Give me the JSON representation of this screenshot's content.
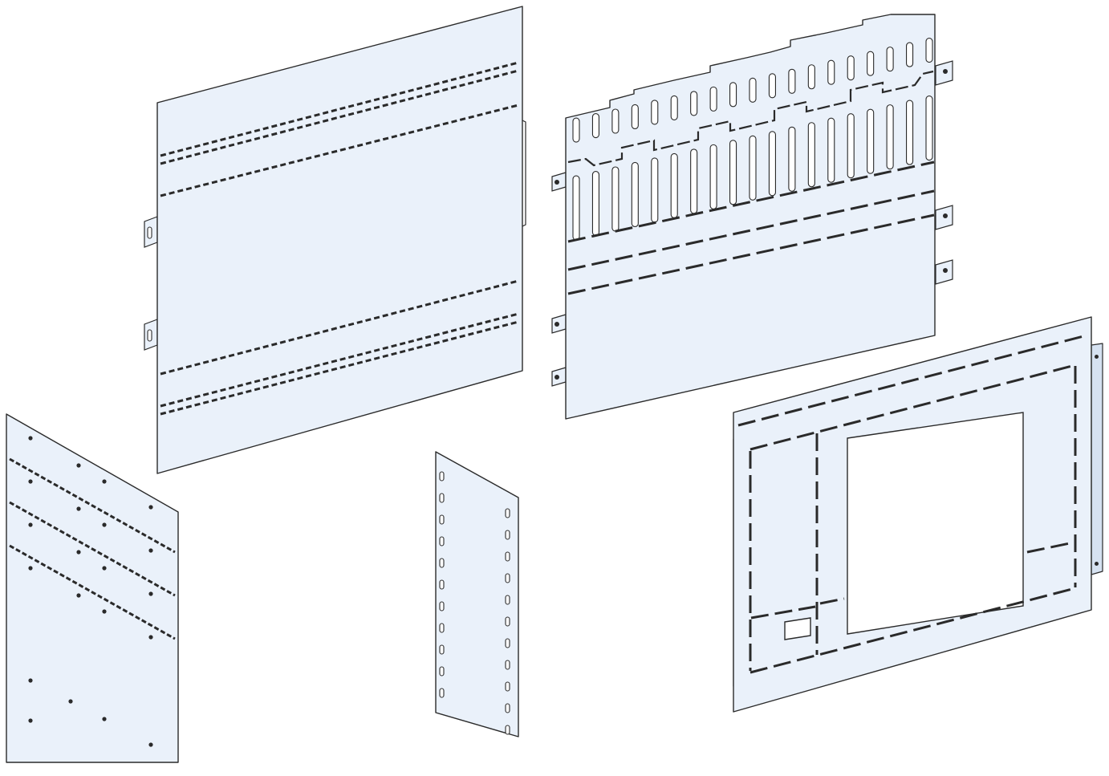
{
  "drawing": {
    "background": "#ffffff",
    "plate_fill": "#eaf1fa",
    "line_color": "#2a2a2a",
    "parts": [
      {
        "name": "plain-mounting-plate",
        "description_icon": "large-plate-with-perforated-rows"
      },
      {
        "name": "slotted-busbar-plate",
        "description_icon": "plate-with-vertical-slots"
      },
      {
        "name": "perforated-mounting-plate",
        "description_icon": "small-plate-with-holes"
      },
      {
        "name": "vertical-slotted-strip",
        "description_icon": "narrow-strip-with-slots"
      },
      {
        "name": "front-cover-plate-with-cutout",
        "description_icon": "frame-plate-with-window"
      }
    ]
  }
}
